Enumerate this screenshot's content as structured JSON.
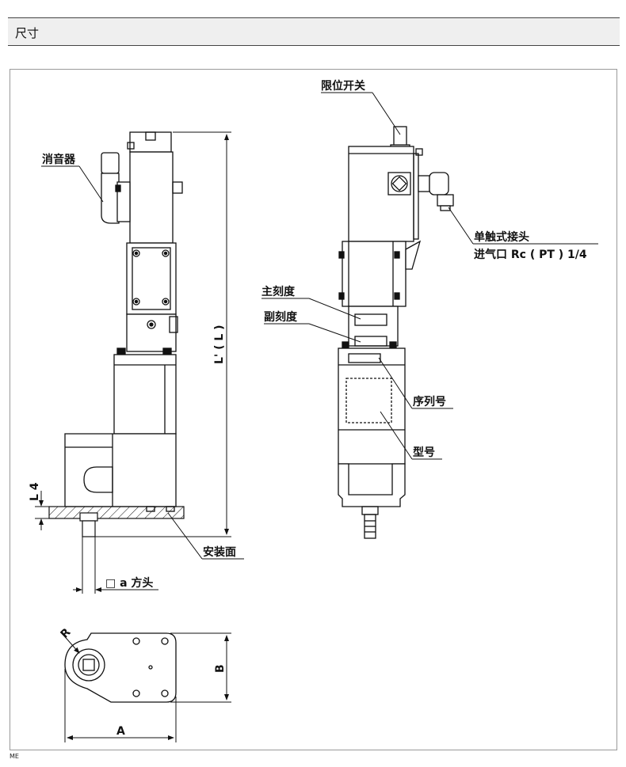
{
  "page": {
    "section_title": "尺寸",
    "footer_mark": "ME"
  },
  "labels": {
    "muffler": "消音器",
    "limit_switch": "限位开关",
    "fitting_line1": "单触式接头",
    "fitting_line2": "进气口 Rc ( PT ) 1/4",
    "main_scale": "主刻度",
    "sub_scale": "副刻度",
    "serial_number": "序列号",
    "model_number": "型号",
    "mounting_surface": "安装面",
    "square_head": "□ a 方头",
    "dim_length": "L' ( L )",
    "dim_l4": "L 4",
    "dim_a": "A",
    "dim_b": "B",
    "dim_r": "R"
  },
  "colors": {
    "line": "#111111",
    "frame": "#9a9a9a",
    "header_bg": "#efefef"
  }
}
